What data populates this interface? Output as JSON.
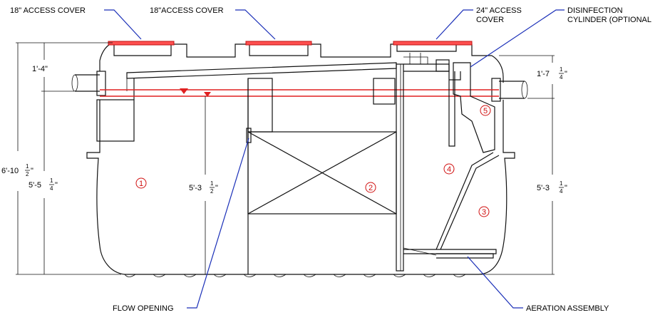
{
  "callouts": {
    "cover1": "18\" ACCESS COVER",
    "cover2": "18\"ACCESS COVER",
    "cover3_line1": "24\" ACCESS",
    "cover3_line2": "COVER",
    "disinfection_line1": "DISINFECTION",
    "disinfection_line2": "CYLINDER (OPTIONAL",
    "flow_opening": "FLOW OPENING",
    "aeration": "AERATION ASSEMBLY"
  },
  "dimensions": {
    "overall_height": {
      "whole": "6'-10",
      "num": "1",
      "den": "2",
      "close": "\""
    },
    "inlet_top": {
      "text": "1'-4\""
    },
    "inlet_depth": {
      "whole": "5'-5",
      "num": "1",
      "den": "4",
      "close": "\""
    },
    "flow_depth": {
      "whole": "5'-3",
      "num": "1",
      "den": "2",
      "close": "\""
    },
    "outlet_top": {
      "whole": "1'-7",
      "num": "1",
      "den": "4",
      "close": "\""
    },
    "outlet_depth": {
      "whole": "5'-3",
      "num": "1",
      "den": "4",
      "close": "\""
    }
  },
  "chambers": [
    "1",
    "2",
    "3",
    "4",
    "5"
  ],
  "colors": {
    "leader": "#1a2fb8",
    "water_line": "#e02020",
    "chamber_number": "#d01010",
    "outline": "#111111"
  }
}
